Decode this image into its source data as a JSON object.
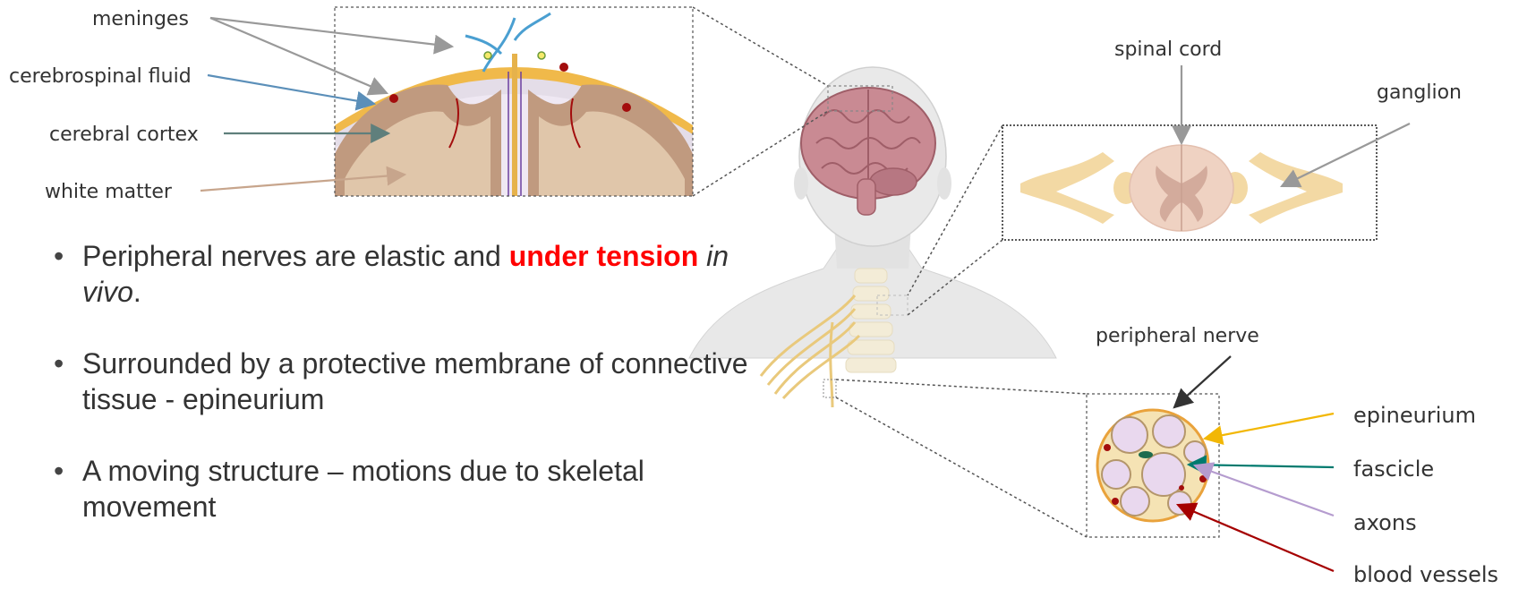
{
  "labels": {
    "meninges": "meninges",
    "cerebrospinal_fluid": "cerebrospinal fluid",
    "cerebral_cortex": "cerebral cortex",
    "white_matter": "white matter",
    "spinal_cord": "spinal cord",
    "ganglion": "ganglion",
    "peripheral_nerve": "peripheral nerve",
    "epineurium": "epineurium",
    "fascicle": "fascicle",
    "axons": "axons",
    "blood_vessels": "blood vessels"
  },
  "bullets": [
    {
      "pre": "Peripheral nerves are elastic and ",
      "highlight": "under tension",
      "italic": "in vivo",
      "post": "."
    },
    {
      "text": "Surrounded by a protective membrane of connective tissue - epineurium"
    },
    {
      "text": "A moving structure – motions due to skeletal movement"
    }
  ],
  "colors": {
    "highlight": "#ff0000",
    "meninges_arrow": "#999999",
    "csf_arrow": "#5b8fb9",
    "cortex_arrow": "#5f7f7c",
    "white_matter_arrow": "#c7a58c",
    "epineurium_arrow": "#f2b705",
    "fascicle_arrow": "#007a6e",
    "axons_arrow": "#b59ccf",
    "blood_vessels_arrow": "#a50000"
  }
}
